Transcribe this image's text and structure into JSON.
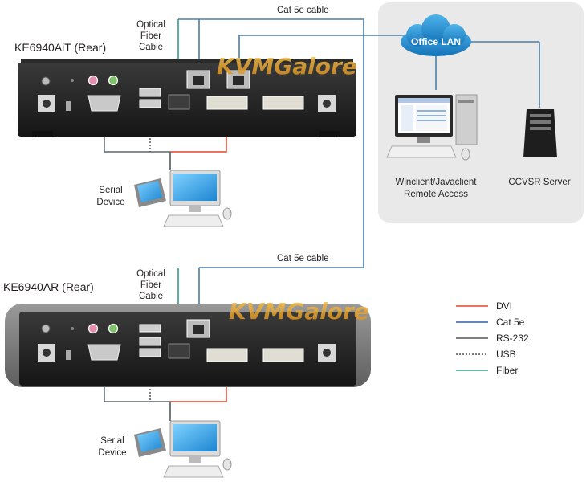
{
  "units": {
    "top": {
      "title": "KE6940AiT (Rear)",
      "optical_label": [
        "Optical",
        "Fiber",
        "Cable"
      ],
      "cat5e_label": "Cat 5e cable",
      "serial_label": [
        "Serial",
        "Device"
      ]
    },
    "bottom": {
      "title": "KE6940AR (Rear)",
      "optical_label": [
        "Optical",
        "Fiber",
        "Cable"
      ],
      "cat5e_label": "Cat 5e cable",
      "serial_label": [
        "Serial",
        "Device"
      ]
    }
  },
  "network": {
    "cloud_label": "Office LAN",
    "client_label": [
      "Winclient/Javaclient",
      "Remote Access"
    ],
    "server_label": "CCVSR Server"
  },
  "watermark": "KVMGalore",
  "legend": [
    {
      "label": "DVI",
      "color": "#e8412c",
      "style": "solid"
    },
    {
      "label": "Cat 5e",
      "color": "#2e5fa8",
      "style": "solid"
    },
    {
      "label": "RS-232",
      "color": "#555555",
      "style": "solid"
    },
    {
      "label": "USB",
      "color": "#555555",
      "style": "dashed"
    },
    {
      "label": "Fiber",
      "color": "#2e9e8e",
      "style": "solid"
    }
  ],
  "colors": {
    "dvi": "#e8412c",
    "cat5e": "#4a7fa8",
    "rs232": "#5c6770",
    "usb": "#555555",
    "fiber": "#2e9e8e",
    "cloud": "#1b8fd6",
    "panel": "#eaeaea"
  }
}
